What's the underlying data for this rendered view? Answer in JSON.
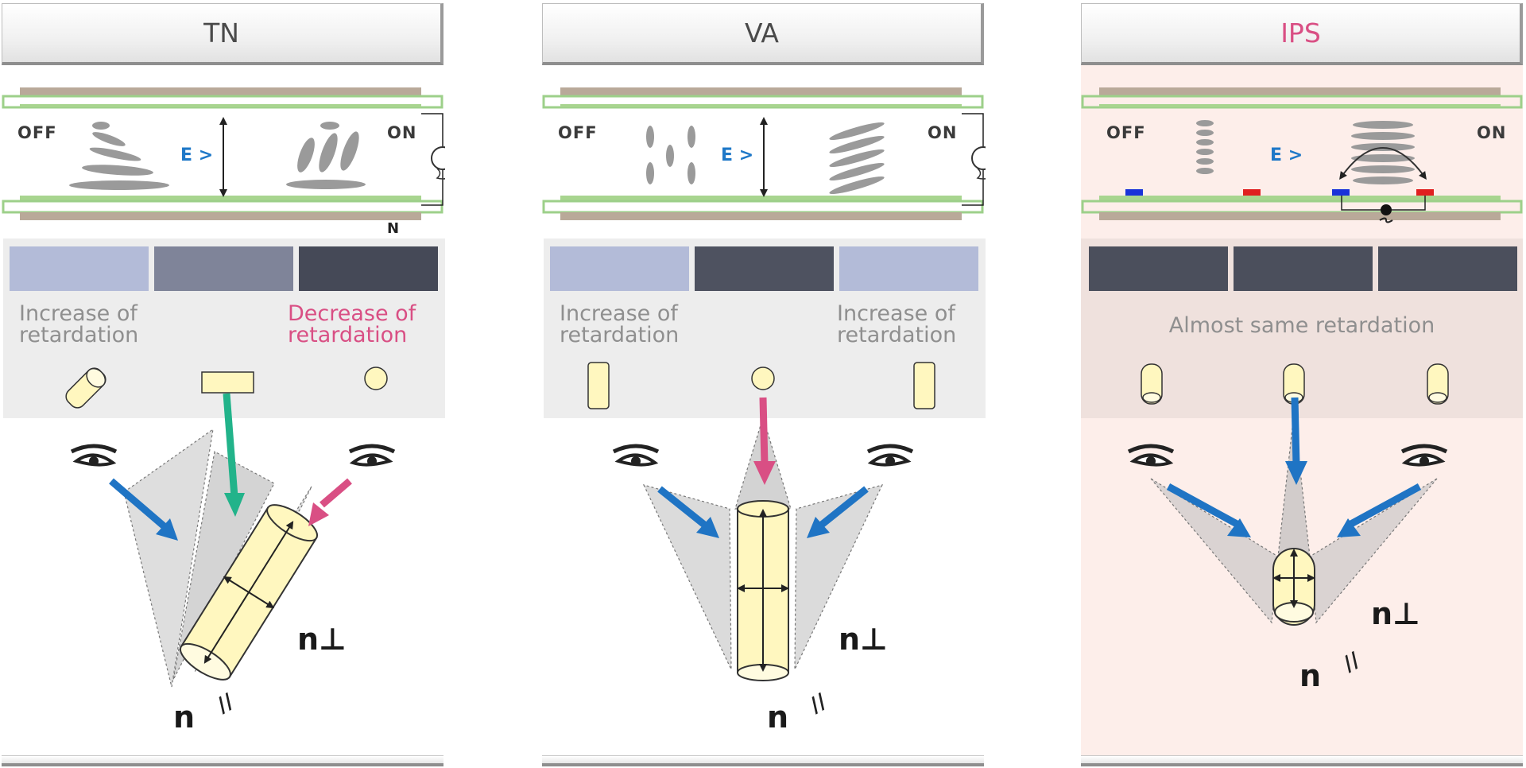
{
  "panels": [
    {
      "id": "tn",
      "title": "TN",
      "off_label": "OFF",
      "on_label": "ON",
      "field_label": "E >",
      "connector_label": "N",
      "swatch_colors": [
        "#b3bbd8",
        "#7f8499",
        "#454957"
      ],
      "caption_left": "Increase of\nretardation",
      "caption_right": "Decrease of\nretardation",
      "n_perp": "n⊥",
      "n_par": "n",
      "n_par_mark": "//"
    },
    {
      "id": "va",
      "title": "VA",
      "off_label": "OFF",
      "on_label": "ON",
      "field_label": "E >",
      "swatch_colors": [
        "#b3bbd8",
        "#4e5260",
        "#b3bbd8"
      ],
      "caption_left": "Increase of\nretardation",
      "caption_right": "Increase of\nretardation",
      "n_perp": "n⊥",
      "n_par": "n",
      "n_par_mark": "//"
    },
    {
      "id": "ips",
      "title": "IPS",
      "off_label": "OFF",
      "on_label": "ON",
      "field_label": "E >",
      "swatch_colors": [
        "#4b4f5c",
        "#4b4f5c",
        "#4b4f5c"
      ],
      "caption_center": "Almost same retardation",
      "n_perp": "n⊥",
      "n_par": "n",
      "n_par_mark": "//"
    }
  ],
  "colors": {
    "accent_pink": "#d94f84",
    "arrow_blue": "#1f74c4",
    "arrow_green": "#22b38a",
    "glass_green": "#a8d58f",
    "polarizer_tan": "#b9a999",
    "rod_yellow": "#fff7bf",
    "lc_gray": "#9a9a9a",
    "ips_background": "#fdeeea",
    "electrode_blue": "#1a33d9",
    "electrode_red": "#e02020"
  },
  "icons": [
    "eye-icon",
    "bulb-icon"
  ]
}
